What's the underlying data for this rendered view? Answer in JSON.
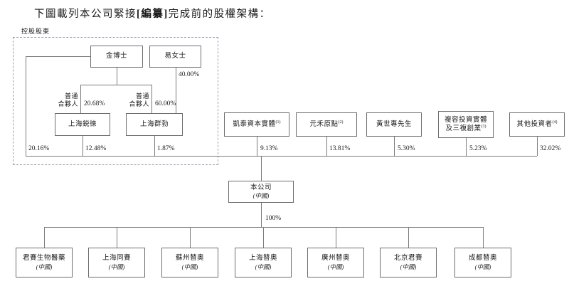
{
  "title": {
    "pre": "下圖載列本公司緊接",
    "redacted": "[編纂]",
    "post": "完成前的股權架構："
  },
  "diagram": {
    "controlling_shareholders_label": "控股股東",
    "nodes": {
      "dr_jin": "金博士",
      "ms_yi": "易女士",
      "shanghai_ruilai": "上海鋭徠",
      "shanghai_qunbo": "上海群勃",
      "kaitai": "凱泰資本實體",
      "kaitai_sup": "(1)",
      "yuanhe": "元禾原點",
      "yuanhe_sup": "(2)",
      "mr_huang": "黃世專先生",
      "furong_line1": "複容投資實體",
      "furong_line2": "及三複創業",
      "furong_sup": "(3)",
      "other_investors": "其他投資者",
      "other_sup": "(4)",
      "company": "本公司",
      "company_country": "(中國)",
      "subsidiaries": [
        {
          "name": "君賽生物醫藥",
          "country": "(中國)"
        },
        {
          "name": "上海同賽",
          "country": "(中國)"
        },
        {
          "name": "蘇州替奧",
          "country": "(中國)"
        },
        {
          "name": "上海替奧",
          "country": "(中國)"
        },
        {
          "name": "廣州替奧",
          "country": "(中國)"
        },
        {
          "name": "北京君賽",
          "country": "(中國)"
        },
        {
          "name": "成都替奧",
          "country": "(中國)"
        }
      ]
    },
    "labels": {
      "gp1_line1": "普通",
      "gp1_line2": "合夥人",
      "gp2_line1": "普通",
      "gp2_line2": "合夥人"
    },
    "percentages": {
      "yi_to_qunbo": "40.00%",
      "jin_to_ruilai": "20.68%",
      "jin_to_qunbo": "60.00%",
      "jin_direct": "20.16%",
      "ruilai_direct": "12.48%",
      "qunbo_direct": "1.87%",
      "kaitai_direct": "9.13%",
      "yuanhe_direct": "13.81%",
      "huang_direct": "5.30%",
      "furong_direct": "5.23%",
      "other_direct": "32.02%",
      "company_to_subs": "100%"
    }
  }
}
